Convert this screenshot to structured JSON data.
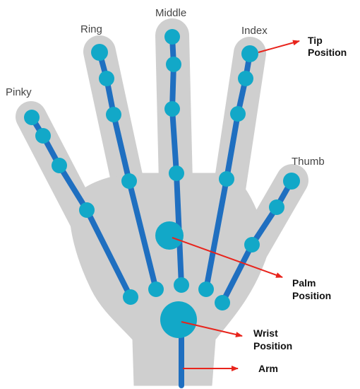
{
  "fingers": {
    "pinky": "Pinky",
    "ring": "Ring",
    "middle": "Middle",
    "index": "Index",
    "thumb": "Thumb"
  },
  "annotations": {
    "tip": [
      "Tip",
      "Position"
    ],
    "palm": [
      "Palm",
      "Position"
    ],
    "wrist": [
      "Wrist",
      "Position"
    ],
    "arm": [
      "Arm"
    ]
  },
  "colors": {
    "hand": "#cfcfcf",
    "bone": "#1f6fc0",
    "joint": "#12a8c8",
    "arrow": "#e8241c"
  }
}
